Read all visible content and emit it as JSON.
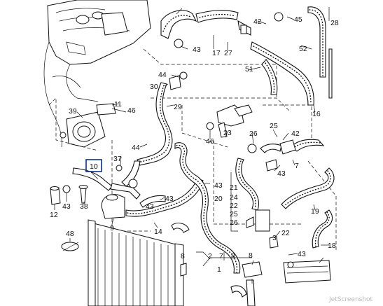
{
  "diagram": {
    "selected_label": "10",
    "labels": [
      "42",
      "45",
      "28",
      "43",
      "17",
      "27",
      "52",
      "44",
      "30",
      "51",
      "11",
      "46",
      "29",
      "39",
      "16",
      "23",
      "46",
      "26",
      "25",
      "42",
      "44",
      "37",
      "7",
      "43",
      "43",
      "21",
      "24",
      "22",
      "25",
      "26",
      "20",
      "43",
      "12",
      "43",
      "38",
      "43",
      "9",
      "14",
      "19",
      "48",
      "22",
      "3",
      "2",
      "7",
      "8",
      "1",
      "18",
      "43",
      "8",
      "8"
    ],
    "watermark": "JetScreenshot"
  }
}
